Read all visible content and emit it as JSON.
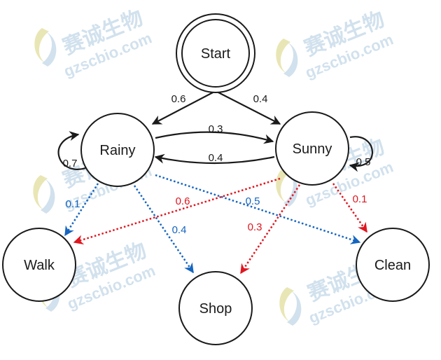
{
  "watermark": {
    "brand": "赛诚生物",
    "domain": "gzscbio.com",
    "color": "#c9dcea",
    "logo_color": "#e6e2a8"
  },
  "colors": {
    "black": "#1a1a1a",
    "blue": "#1565c0",
    "red": "#e0161f"
  },
  "nodes": {
    "start": "Start",
    "rainy": "Rainy",
    "sunny": "Sunny",
    "walk": "Walk",
    "shop": "Shop",
    "clean": "Clean"
  },
  "edges": {
    "start_rainy": "0.6",
    "start_sunny": "0.4",
    "rainy_sunny": "0.3",
    "sunny_rainy": "0.4",
    "rainy_rainy": "0.7",
    "sunny_sunny": "0.5",
    "rainy_walk": "0.1",
    "rainy_shop": "0.4",
    "rainy_clean": "0.5",
    "sunny_walk": "0.6",
    "sunny_shop": "0.3",
    "sunny_clean": "0.1"
  }
}
